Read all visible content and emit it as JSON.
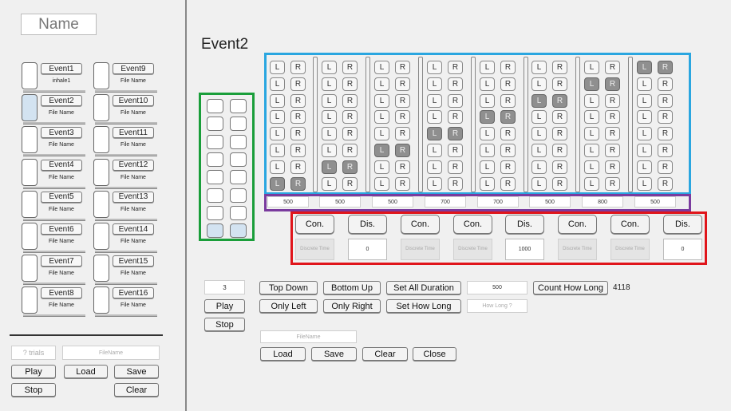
{
  "left": {
    "name_field": "Name",
    "events": [
      {
        "label": "Event1",
        "file": "inhale1",
        "selected": false
      },
      {
        "label": "Event2",
        "file": "File Name",
        "selected": true
      },
      {
        "label": "Event3",
        "file": "File Name",
        "selected": false
      },
      {
        "label": "Event4",
        "file": "File Name",
        "selected": false
      },
      {
        "label": "Event5",
        "file": "File Name",
        "selected": false
      },
      {
        "label": "Event6",
        "file": "File Name",
        "selected": false
      },
      {
        "label": "Event7",
        "file": "File Name",
        "selected": false
      },
      {
        "label": "Event8",
        "file": "File Name",
        "selected": false
      },
      {
        "label": "Event9",
        "file": "File Name",
        "selected": false
      },
      {
        "label": "Event10",
        "file": "File Name",
        "selected": false
      },
      {
        "label": "Event11",
        "file": "File Name",
        "selected": false
      },
      {
        "label": "Event12",
        "file": "File Name",
        "selected": false
      },
      {
        "label": "Event13",
        "file": "File Name",
        "selected": false
      },
      {
        "label": "Event14",
        "file": "File Name",
        "selected": false
      },
      {
        "label": "Event15",
        "file": "File Name",
        "selected": false
      },
      {
        "label": "Event16",
        "file": "File Name",
        "selected": false
      }
    ],
    "trials_placeholder": "? trials",
    "filename_placeholder": "FileName",
    "play": "Play",
    "load": "Load",
    "save": "Save",
    "stop": "Stop",
    "clear": "Clear"
  },
  "right": {
    "title": "Event2",
    "checkbox_selected": [
      false,
      false,
      false,
      false,
      false,
      false,
      false,
      true
    ],
    "lr": {
      "left": "L",
      "right": "R"
    },
    "active_rows": [
      7,
      6,
      5,
      4,
      3,
      2,
      1,
      0
    ],
    "durations": [
      "500",
      "500",
      "500",
      "700",
      "700",
      "500",
      "800",
      "500"
    ],
    "modes": [
      "Con.",
      "Dis.",
      "Con.",
      "Con.",
      "Dis.",
      "Con.",
      "Con.",
      "Dis."
    ],
    "discrete_label": "Discrete Time",
    "discrete_values": [
      "",
      "0",
      "",
      "",
      "1000",
      "",
      "",
      "0"
    ],
    "count_value": "3",
    "play": "Play",
    "stop": "Stop",
    "top_down": "Top Down",
    "bottom_up": "Bottom Up",
    "set_all_duration": "Set All Duration",
    "duration_value": "500",
    "count_how_long": "Count How Long",
    "count_result": "4118",
    "only_left": "Only Left",
    "only_right": "Only Right",
    "set_how_long": "Set How Long",
    "how_long_placeholder": "How Long ?",
    "filename_placeholder": "FileName",
    "load": "Load",
    "save": "Save",
    "clear": "Clear",
    "close": "Close"
  },
  "colors": {
    "grid_highlight": "#2aa6e0",
    "duration_highlight": "#7a3b9e",
    "mode_highlight": "#e0151b",
    "checkbox_highlight": "#1a9e3a"
  }
}
